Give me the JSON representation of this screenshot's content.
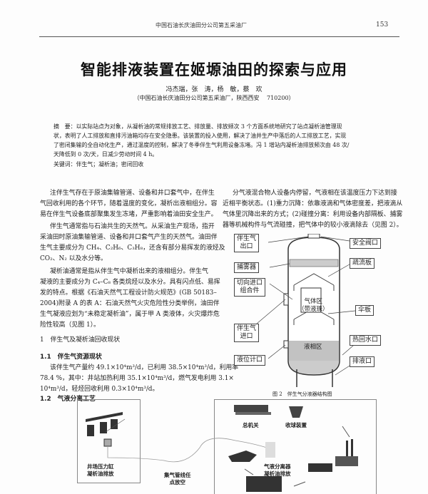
{
  "header": {
    "journal": "中国石油长庆油田分公司第五采油厂",
    "page_number": "153"
  },
  "title": "智能排液装置在姬塬油田的探索与应用",
  "authors": "冯杰瑞，张　涛，杨　敏，蔡　欢",
  "affiliation": "（中国石油长庆油田分公司第五采油厂，陕西西安　 710200）",
  "abstract": {
    "lines": [
      "摘　要：以实际站点为对象，从凝析油的常规排放工艺、排放量、排放频次 3 个方面系统地研究了站点凝析油管理现",
      "状，表明了人工排放和直排污油箱均存在安全隐患。该装置的投入使用，解决了油井生产中落后的人工排放工艺，实现",
      "了密闭集输的全自动化生产，通过温度的控制，解决了冬季伴生气利用设备冻堵。冯 1 增站内凝析油排放频次由 48 次/",
      "天降低到 0 次/天，日减少劳动时间 4 h。"
    ],
    "keywords": "关键词：伴生气；凝析油；密闭回收"
  },
  "left_column": {
    "p1": [
      "注伴生气存在于原油集输管道、设备和井口套气中，在伴生",
      "气回收利用的各个环节，随着温度的变化，凝析出液相组分。容",
      "易在伴生气设备底部聚集发生冻堵，严重影响着油田安全生产。"
    ],
    "p2": [
      "伴生气通常指与石油共生的天然气。从采油生产现场，指开",
      "采油田时原油集输管道、设备和井口套气产生的天然气。油田伴",
      "生气主要成分为 CH₄、C₂H₆、C₃H₈，还含有部分易挥发的液烃及",
      "CO₂、N₂ 以及水分等。"
    ],
    "p3": [
      "凝析油通常是指从伴生气中凝析出来的液相组分。伴生气",
      "凝液的主要成分为 C₄–C₈ 各类烷烃以及水分。具有闪点低、易挥",
      "发的特点。根据《石油天然气工程设计防火规范》(GB 50183–",
      "2004)附录 A 的表 A：石油天然气火灾危险性分类举例，油田伴",
      "生气凝液应划为“未稳定凝析油”，属于甲 A 类液体，火灾爆炸危",
      "险性较高（见图 1）。"
    ],
    "section1": "1　伴生气及凝析油回收现状",
    "section1_1": "1.1　伴生气资源现状",
    "p4": [
      "该伴生气产量约 49.1×10⁴m³/d，已利用 38.5×10⁴m³/d，利用率",
      "78.4 %，其中：井站加热利用 35.1×10⁴m³/d，燃气发电利用 3.1×",
      "10⁴m³/d，轻烃回收利用 0.3×10⁴m³/d。"
    ],
    "section1_2": "1.2　气液分离工艺"
  },
  "right_column": {
    "p1": [
      "分气液混合物人设备内停留，气液相在该温度压力下达到接",
      "近相平衡状态。(1)重力沉降：依靠液滴和气体密度差，把液滴从",
      "气体里沉降出来的方式；(2)碰撞分离：利用设备内部隔板、捕雾",
      "器等机械构件与气流碰撞，把气体中的较小液滴除去（见图 2）。"
    ]
  },
  "figure2": {
    "labels": {
      "gas_outlet": "伴生气\n出口",
      "safety_valve": "安全阀口",
      "mist_catcher": "捕雾器",
      "baffle": "疏流板",
      "tangential_inlet": "切向进口\n组合件",
      "gas_zone": "气体区\n（带液珠）",
      "umbrella_plate": "伞板",
      "gas_inlet": "伴生气\n进口",
      "hot_water_return": "热回水口",
      "liquid_zone": "液相区",
      "level_gauge": "液位计口",
      "drain": "排液口"
    },
    "caption": "图 2　伴生气分液器结构图"
  },
  "figure1": {
    "labels": {
      "well_site": "井场压力缸\n凝析油排放",
      "pipeline": "集气管线任\n点放空",
      "main_valve": "总机关",
      "pig_receiver": "收球装置",
      "separator": "气液分离器\n凝析油排放"
    }
  }
}
